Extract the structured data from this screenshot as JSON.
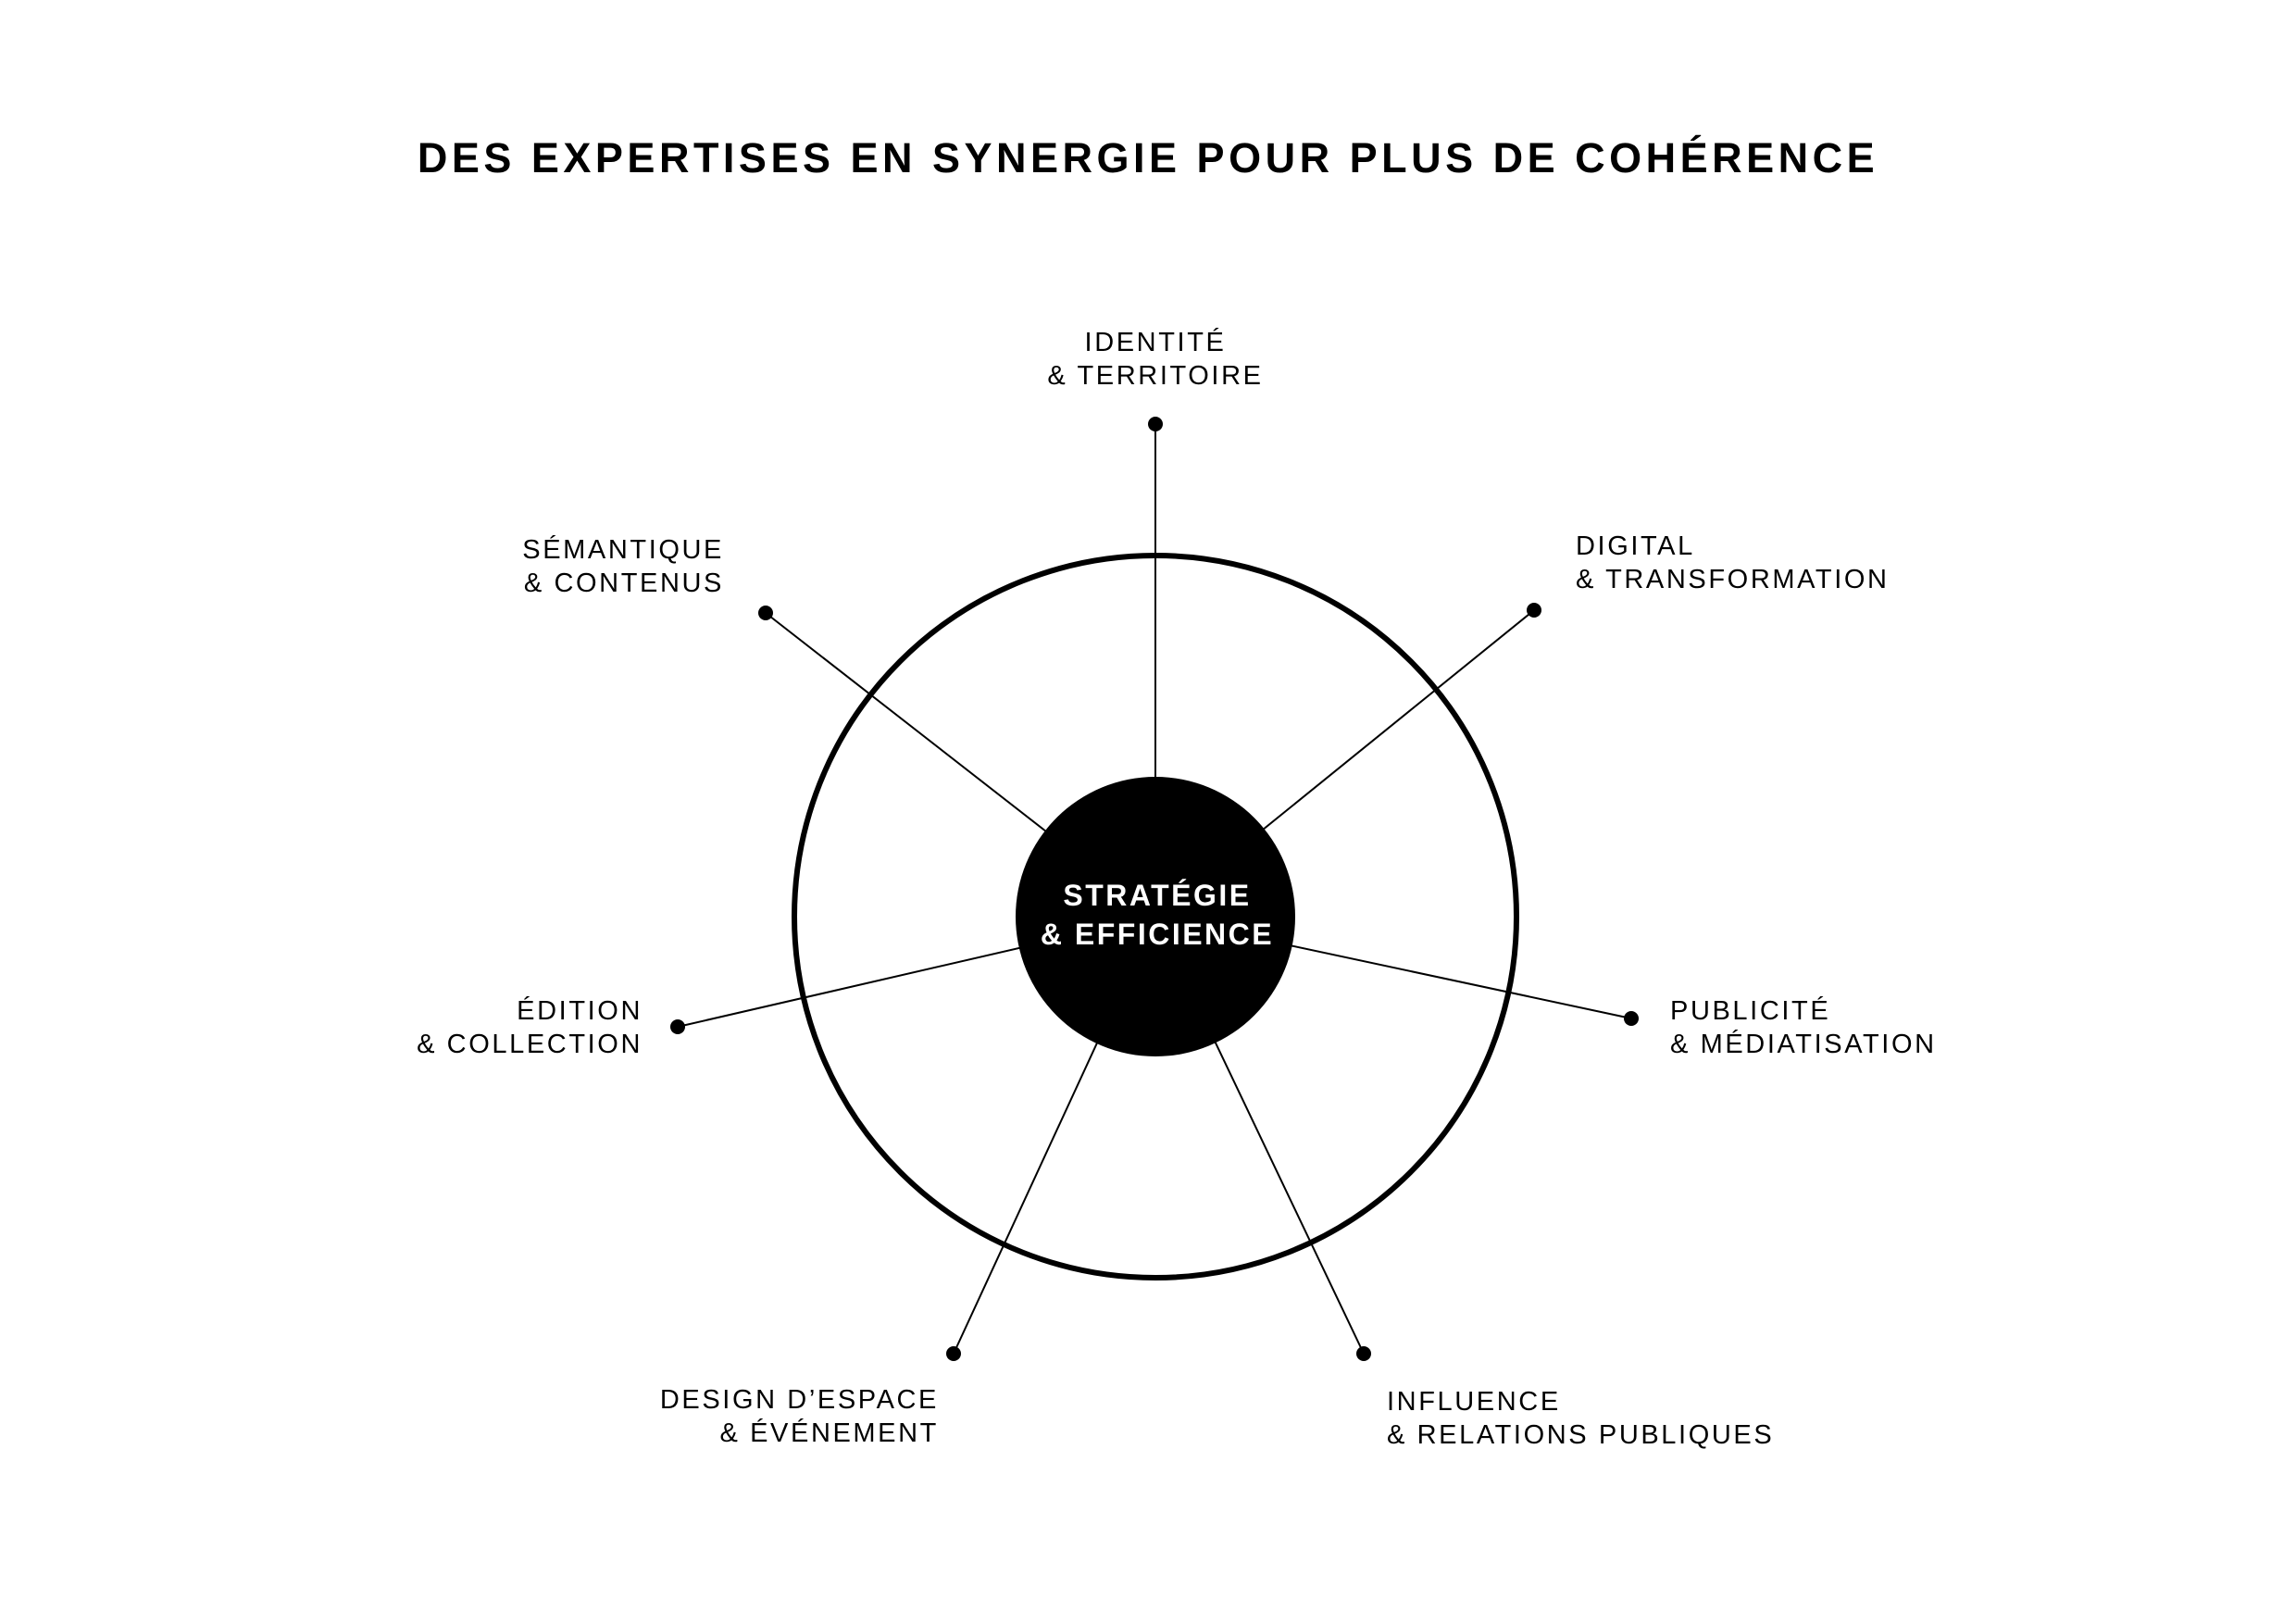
{
  "title": "DES EXPERTISES EN SYNERGIE POUR PLUS DE COHÉRENCE",
  "center": {
    "line1": "STRATÉGIE",
    "line2": "& EFFICIENCE"
  },
  "nodes": [
    {
      "id": "identite",
      "line1": "IDENTITÉ",
      "line2": "& TERRITOIRE"
    },
    {
      "id": "digital",
      "line1": "DIGITAL",
      "line2": "& TRANSFORMATION"
    },
    {
      "id": "publicite",
      "line1": "PUBLICITÉ",
      "line2": "& MÉDIATISATION"
    },
    {
      "id": "influence",
      "line1": "INFLUENCE",
      "line2": "& RELATIONS PUBLIQUES"
    },
    {
      "id": "design",
      "line1": "DESIGN D’ESPACE",
      "line2": "& ÉVÉNEMENT"
    },
    {
      "id": "edition",
      "line1": "ÉDITION",
      "line2": "& COLLECTION"
    },
    {
      "id": "semantique",
      "line1": "SÉMANTIQUE",
      "line2": "& CONTENUS"
    }
  ],
  "colors": {
    "ink": "#000000",
    "background": "#ffffff",
    "center_text": "#ffffff"
  }
}
